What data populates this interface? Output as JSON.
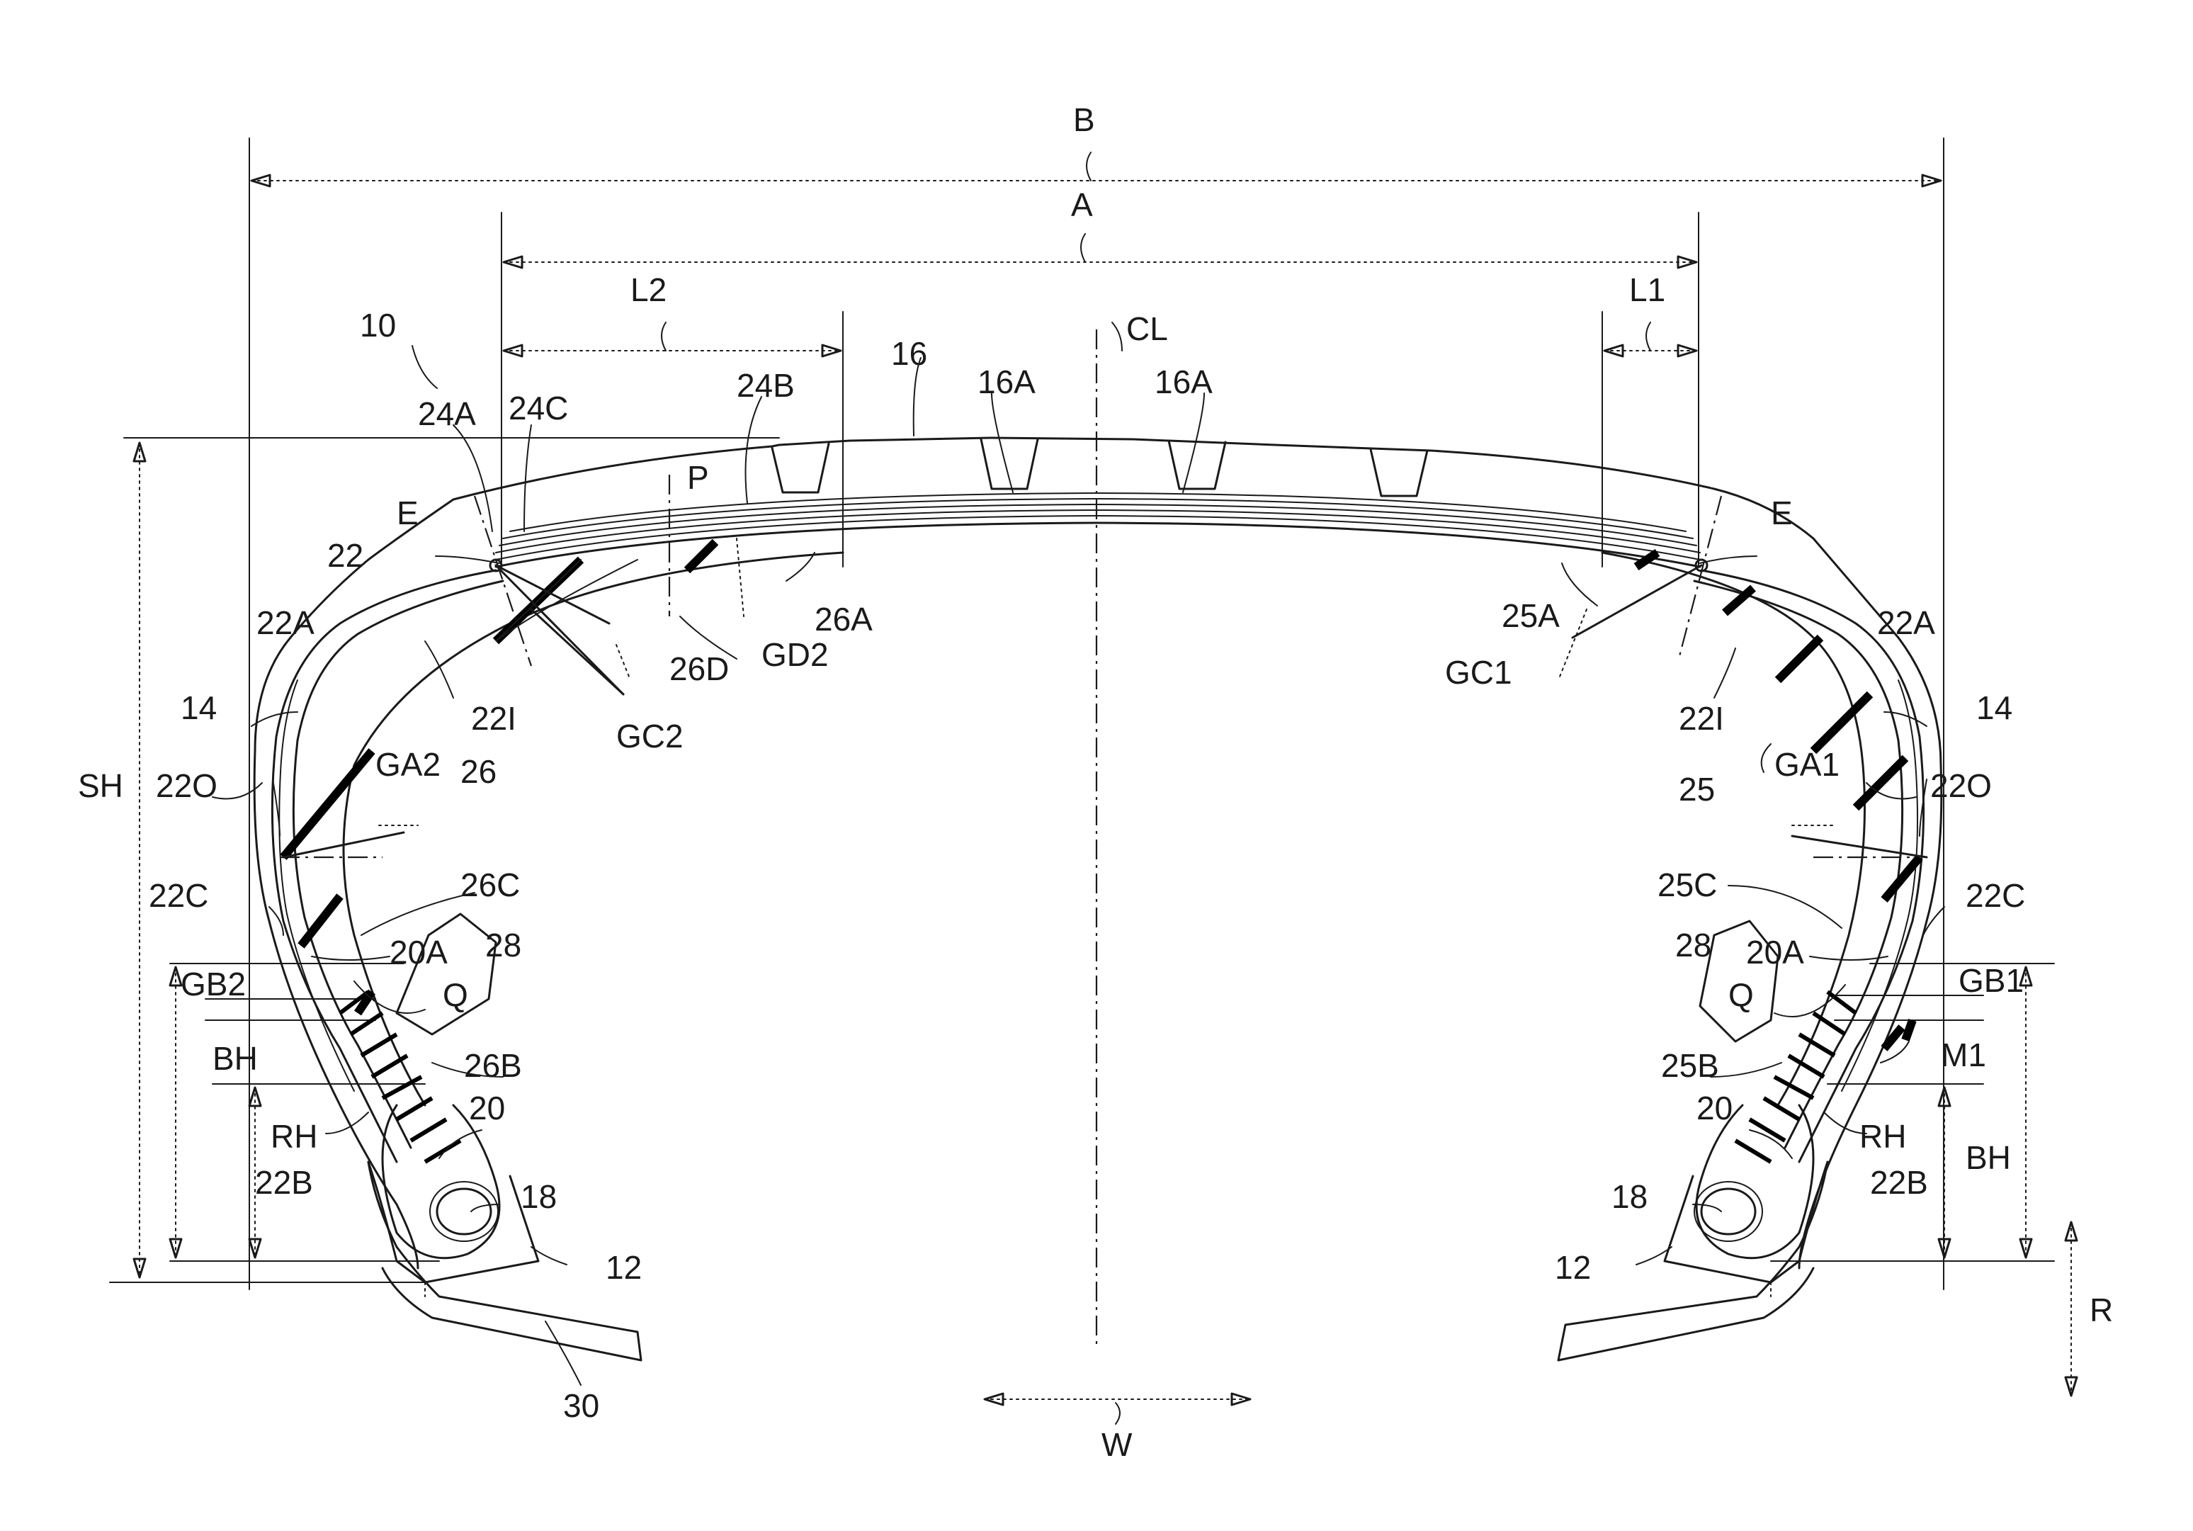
{
  "figure": {
    "labels": {
      "B": "B",
      "A": "A",
      "L2": "L2",
      "L1": "L1",
      "CL": "CL",
      "n10": "10",
      "n16": "16",
      "n16A_1": "16A",
      "n16A_2": "16A",
      "n24A": "24A",
      "n24C": "24C",
      "n24B": "24B",
      "P": "P",
      "E_left": "E",
      "E_right": "E",
      "n22_left": "22",
      "n22A_left": "22A",
      "n22A_right": "22A",
      "n14_left": "14",
      "n14_right": "14",
      "n22I_left": "22I",
      "n22I_right": "22I",
      "n26D": "26D",
      "GD2": "GD2",
      "n26A": "26A",
      "GC2": "GC2",
      "n26": "26",
      "GA2": "GA2",
      "n22O_left": "22O",
      "n22O_right": "22O",
      "SH": "SH",
      "n26C": "26C",
      "n22C_left": "22C",
      "n22C_right": "22C",
      "n20A_left": "20A",
      "n20A_right": "20A",
      "n28_left": "28",
      "n28_right": "28",
      "GB2": "GB2",
      "GB1": "GB1",
      "Q_left": "Q",
      "Q_right": "Q",
      "BH_left": "BH",
      "BH_right": "BH",
      "n26B": "26B",
      "n25B": "25B",
      "RH_left": "RH",
      "RH_right": "RH",
      "n20_left": "20",
      "n20_right": "20",
      "n22B_left": "22B",
      "n22B_right": "22B",
      "n18_left": "18",
      "n18_right": "18",
      "n12_left": "12",
      "n12_right": "12",
      "n30": "30",
      "W": "W",
      "R": "R",
      "n25A": "25A",
      "GC1": "GC1",
      "n25": "25",
      "GA1": "GA1",
      "n25C": "25C",
      "M1": "M1"
    }
  }
}
